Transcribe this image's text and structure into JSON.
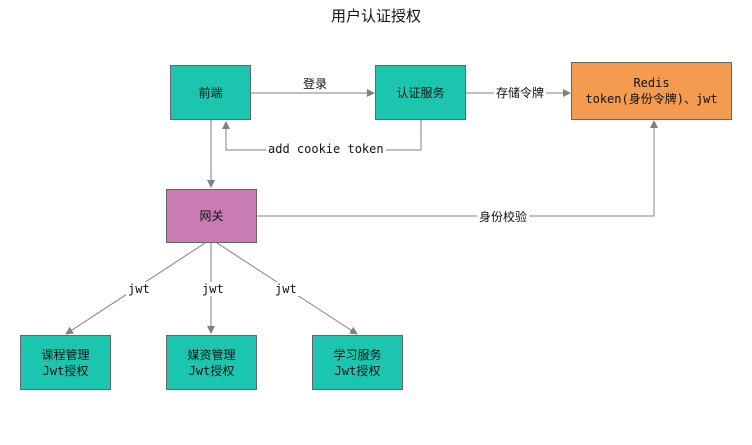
{
  "title": "用户认证授权",
  "nodes": {
    "frontend": "前端",
    "auth_service": "认证服务",
    "redis_line1": "Redis",
    "redis_line2": "token(身份令牌)、jwt",
    "gateway": "网关",
    "course_line1": "课程管理",
    "course_line2": "Jwt授权",
    "media_line1": "媒资管理",
    "media_line2": "Jwt授权",
    "learning_line1": "学习服务",
    "learning_line2": "Jwt授权"
  },
  "edges": {
    "login": "登录",
    "store_token": "存储令牌",
    "add_cookie": "add cookie token",
    "identity_check": "身份校验",
    "jwt_course": "jwt",
    "jwt_media": "jwt",
    "jwt_learning": "jwt"
  },
  "colors": {
    "teal": "#1cc6ae",
    "orange": "#f59b50",
    "purple": "#c97cb2",
    "edge": "#808080"
  }
}
